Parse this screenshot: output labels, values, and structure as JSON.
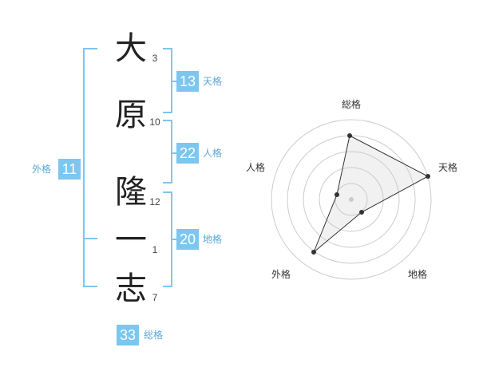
{
  "name": {
    "chars": [
      "大",
      "原",
      "隆",
      "一",
      "志"
    ],
    "strokes": [
      "3",
      "10",
      "12",
      "1",
      "7"
    ]
  },
  "fortune": {
    "tenkaku": {
      "value": "13",
      "label": "天格"
    },
    "jinkaku": {
      "value": "22",
      "label": "人格"
    },
    "chikaku": {
      "value": "20",
      "label": "地格"
    },
    "gaikaku": {
      "value": "11",
      "label": "外格"
    },
    "soukaku": {
      "value": "33",
      "label": "総格"
    }
  },
  "radar": {
    "labels": {
      "top": "総格",
      "right": "天格",
      "bottom_right": "地格",
      "bottom_left": "外格",
      "left": "人格"
    }
  },
  "colors": {
    "accent": "#7cc6f0",
    "grid": "#cccccc",
    "point": "#333333"
  }
}
